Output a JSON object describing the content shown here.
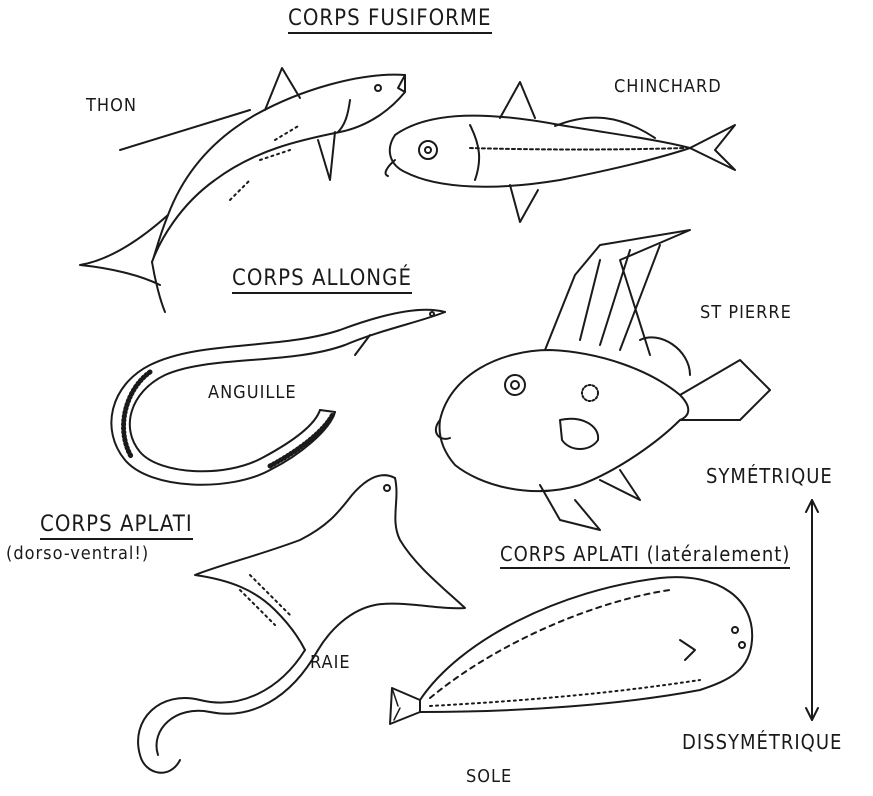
{
  "headings": {
    "fusiforme": "CORPS FUSIFORME",
    "allonge": "CORPS ALLONGÉ",
    "aplati_dorso_line1": "CORPS APLATI",
    "aplati_dorso_line2": "(dorso-ventral!)",
    "aplati_lateral": "CORPS APLATI (latéralement)"
  },
  "fish_labels": {
    "thon": "THON",
    "chinchard": "CHINCHARD",
    "st_pierre": "ST PIERRE",
    "anguille": "ANGUILLE",
    "raie": "RAIE",
    "sole": "SOLE"
  },
  "axis_labels": {
    "symetrique": "SYMÉTRIQUE",
    "dissymetrique": "DISSYMÉTRIQUE"
  }
}
